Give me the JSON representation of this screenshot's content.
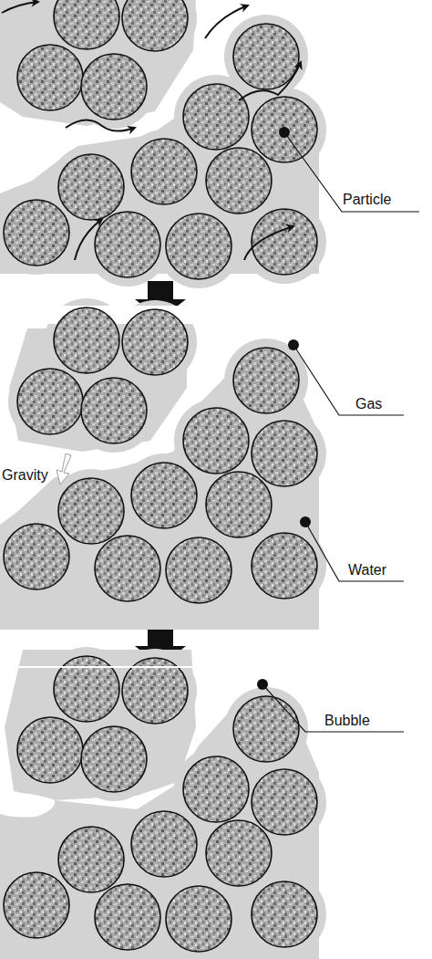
{
  "diagram": {
    "labels": [
      "Particle",
      "Gas",
      "Gravity",
      "Water",
      "Bubble"
    ]
  }
}
